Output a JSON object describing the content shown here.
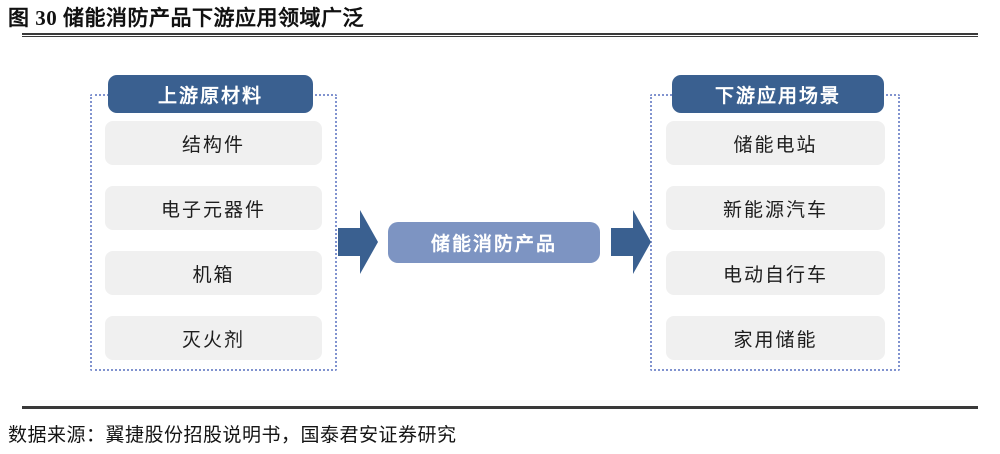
{
  "figure": {
    "title": "图 30 储能消防产品下游应用领域广泛",
    "source_note": "数据来源：翼捷股份招股说明书，国泰君安证券研究"
  },
  "colors": {
    "header_blue": "#3a6090",
    "center_blue": "#7d94c2",
    "arrow_blue": "#3a6090",
    "dotted_border": "#8193cf",
    "item_bg": "#f0f0f0",
    "rule": "#3a3a3a"
  },
  "diagram": {
    "type": "value-chain-flow",
    "upstream": {
      "header": "上游原材料",
      "items": [
        {
          "label": "结构件"
        },
        {
          "label": "电子元器件"
        },
        {
          "label": "机箱"
        },
        {
          "label": "灭火剂"
        }
      ]
    },
    "center": {
      "label": "储能消防产品"
    },
    "downstream": {
      "header": "下游应用场景",
      "items": [
        {
          "label": "储能电站"
        },
        {
          "label": "新能源汽车"
        },
        {
          "label": "电动自行车"
        },
        {
          "label": "家用储能"
        }
      ]
    },
    "arrows": [
      {
        "name": "upstream-to-product",
        "direction": "right"
      },
      {
        "name": "product-to-downstream",
        "direction": "right"
      }
    ]
  }
}
